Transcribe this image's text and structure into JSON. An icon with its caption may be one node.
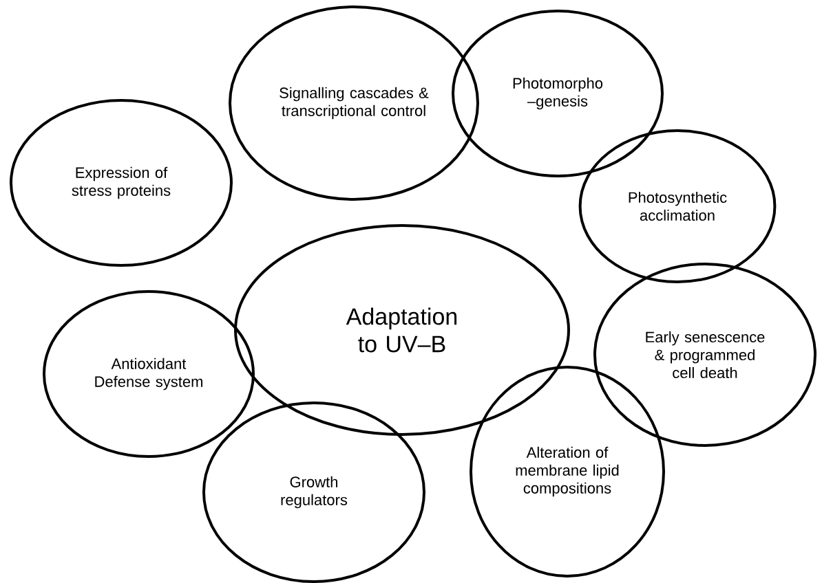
{
  "diagram": {
    "nodes": [
      {
        "text": [
          "Adaptation to UV–B"
        ]
      },
      {
        "text": [
          "Signalling cascades & transcriptional control"
        ]
      },
      {
        "text": [
          "Photomorpho –genesis"
        ]
      },
      {
        "text": [
          "Photosynthetic acclimation"
        ]
      },
      {
        "text": [
          "Early senescence & programmed cell death"
        ]
      },
      {
        "text": [
          "Alteration of membrane lipid compositions"
        ]
      },
      {
        "text": [
          "Growth regulators"
        ]
      },
      {
        "text": [
          "Antioxidant Defense system"
        ]
      },
      {
        "text": [
          "Expression of stress proteins"
        ]
      }
    ]
  }
}
